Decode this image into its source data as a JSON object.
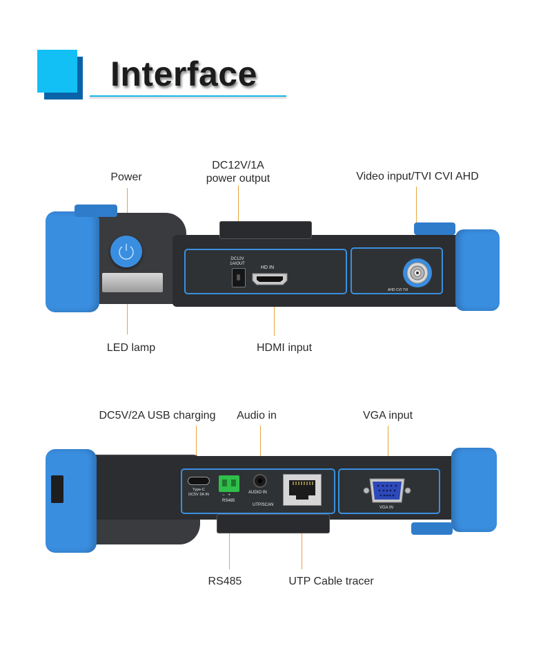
{
  "header": {
    "title": "Interface"
  },
  "top_view": {
    "labels": {
      "power": "Power",
      "dc_output": "DC12V/1A\npower output",
      "video_input": "Video input/TVI CVI AHD",
      "led_lamp": "LED lamp",
      "hdmi_input": "HDMI input"
    },
    "port_text": {
      "dc_label": "DC12V\n1A/OUT",
      "hdmi_label": "HD IN",
      "bnc_label": "AHD CVI TVI"
    }
  },
  "bottom_view": {
    "labels": {
      "usb_charging": "DC5V/2A USB charging",
      "audio_in": "Audio in",
      "vga_input": "VGA input",
      "rs485": "RS485",
      "utp_tracer": "UTP Cable tracer"
    },
    "port_text": {
      "typec_label": "Type-C\nDC5V 2A IN",
      "rs485_label": "RS485",
      "rs485_pins": "−   +",
      "audio_label": "AUDIO IN",
      "utp_label": "UTP/SCAN",
      "vga_label": "VGA IN"
    }
  },
  "colors": {
    "accent_cyan": "#12c0f5",
    "accent_navy": "#0a63a8",
    "device_blue": "#3a8ee0",
    "device_body": "#2b2d30",
    "leader_line": "#e8a33a",
    "rs485_terminal": "#2fbf4a",
    "vga_port": "#2e49b8"
  }
}
